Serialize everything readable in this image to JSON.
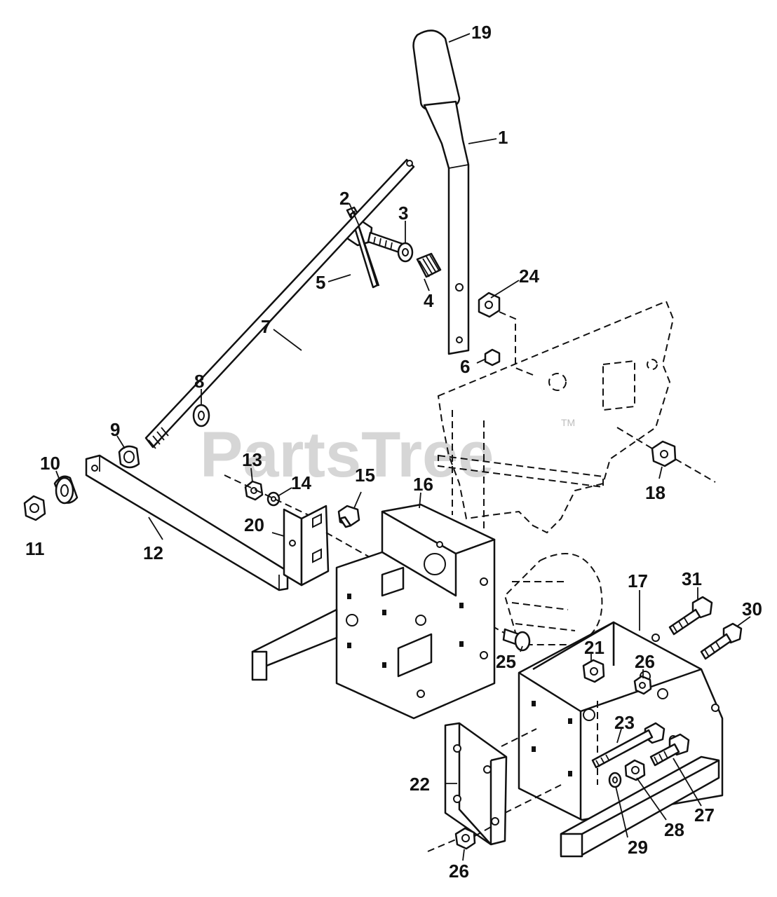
{
  "watermark": {
    "brand": "PartsTree",
    "tm": "TM"
  },
  "callouts": [
    "19",
    "1",
    "2",
    "3",
    "24",
    "5",
    "4",
    "7",
    "6",
    "8",
    "9",
    "10",
    "13",
    "14",
    "15",
    "16",
    "18",
    "11",
    "12",
    "20",
    "17",
    "31",
    "30",
    "21",
    "26",
    "25",
    "23",
    "22",
    "27",
    "28",
    "29",
    "26"
  ]
}
